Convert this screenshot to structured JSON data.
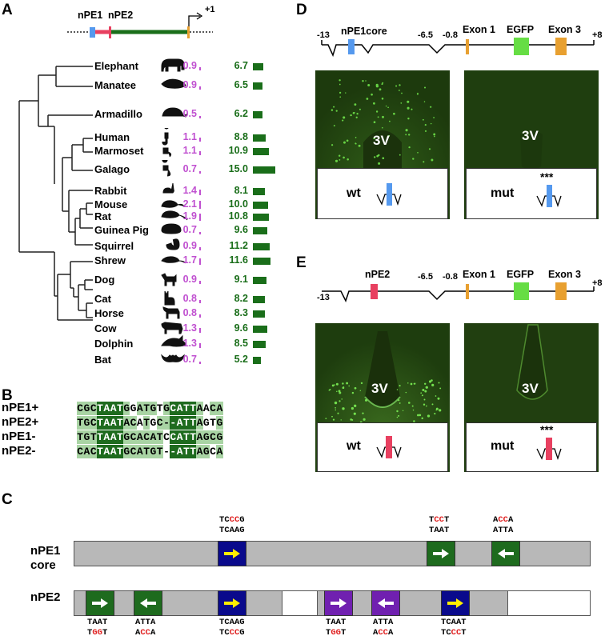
{
  "panels": {
    "A": "A",
    "B": "B",
    "C": "C",
    "D": "D",
    "E": "E"
  },
  "panelA": {
    "gene_labels": {
      "npe1": "nPE1",
      "npe2": "nPE2",
      "tss": "+1"
    },
    "species": [
      {
        "name": "Elephant",
        "v1": "0.9",
        "v2": "6.7",
        "icon": "elephant-icon"
      },
      {
        "name": "Manatee",
        "v1": "0.9",
        "v2": "6.5",
        "icon": "manatee-icon"
      },
      {
        "name": "Armadillo",
        "v1": "0.5",
        "v2": "6.2",
        "icon": "armadillo-icon"
      },
      {
        "name": "Human",
        "v1": "1.1",
        "v2": "8.8",
        "icon": "human-icon"
      },
      {
        "name": "Marmoset",
        "v1": "1.1",
        "v2": "10.9",
        "icon": "marmoset-icon"
      },
      {
        "name": "Galago",
        "v1": "0.7",
        "v2": "15.0",
        "icon": "galago-icon"
      },
      {
        "name": "Rabbit",
        "v1": "1.4",
        "v2": "8.1",
        "icon": "rabbit-icon"
      },
      {
        "name": "Mouse",
        "v1": "2.1",
        "v2": "10.0",
        "icon": "mouse-icon"
      },
      {
        "name": "Rat",
        "v1": "1.9",
        "v2": "10.8",
        "icon": "rat-icon"
      },
      {
        "name": "Guinea Pig",
        "v1": "0.7",
        "v2": "9.6",
        "icon": "guinea-pig-icon"
      },
      {
        "name": "Squirrel",
        "v1": "0.9",
        "v2": "11.2",
        "icon": "squirrel-icon"
      },
      {
        "name": "Shrew",
        "v1": "1.7",
        "v2": "11.6",
        "icon": "shrew-icon"
      },
      {
        "name": "Dog",
        "v1": "0.9",
        "v2": "9.1",
        "icon": "dog-icon"
      },
      {
        "name": "Cat",
        "v1": "0.8",
        "v2": "8.2",
        "icon": "cat-icon"
      },
      {
        "name": "Horse",
        "v1": "0.8",
        "v2": "8.3",
        "icon": "horse-icon"
      },
      {
        "name": "Cow",
        "v1": "1.3",
        "v2": "9.6",
        "icon": "cow-icon"
      },
      {
        "name": "Dolphin",
        "v1": "1.3",
        "v2": "8.5",
        "icon": "dolphin-icon"
      },
      {
        "name": "Bat",
        "v1": "0.7",
        "v2": "5.2",
        "icon": "bat-icon"
      }
    ],
    "colors": {
      "v1": "#c050d0",
      "v2": "#1a6e1a",
      "npe1": "#5599ee",
      "npe2": "#e84060",
      "gene": "#1a6e1a"
    }
  },
  "panelB": {
    "rows": [
      {
        "label": "nPE1+",
        "seq": "CGCTAATGGATGTGCATTAACA"
      },
      {
        "label": "nPE2+",
        "seq": "TGCTAATACATGC--ATTAGTG"
      },
      {
        "label": "nPE1-",
        "seq": "TGTTAATGCACATCCATTAGCG"
      },
      {
        "label": "nPE2-",
        "seq": "CACTAATGCATGT--ATTAGCA"
      }
    ]
  },
  "panelC": {
    "row_labels": {
      "npe1_line1": "nPE1",
      "npe1_line2": "core",
      "npe2": "nPE2"
    },
    "npe1_annotations": [
      {
        "top": "TCCCG",
        "bottom": "TCAAG",
        "red": [
          2,
          3
        ]
      },
      {
        "top": "TCCT",
        "bottom": "TAAT",
        "red": [
          1,
          2
        ]
      },
      {
        "top": "ACCA",
        "bottom": "ATTA",
        "red": [
          1,
          2
        ]
      }
    ],
    "npe2_annotations": [
      {
        "top": "TAAT",
        "bottom": "TGGT",
        "red": [
          1,
          2
        ]
      },
      {
        "top": "ATTA",
        "bottom": "ACCA",
        "red": [
          1,
          2
        ]
      },
      {
        "top": "TCAAG",
        "bottom": "TCCCG",
        "red": [
          2,
          3
        ]
      },
      {
        "top": "TAAT",
        "bottom": "TGGT",
        "red": [
          1,
          2
        ]
      },
      {
        "top": "ATTA",
        "bottom": "ACCA",
        "red": [
          1,
          2
        ]
      },
      {
        "top": "TCAAT",
        "bottom": "TCCCT",
        "red": [
          2,
          3
        ]
      }
    ],
    "colors": {
      "green": "#1e6b1e",
      "blue": "#0a0a8c",
      "purple": "#7020b0",
      "yellow": "#ffee00",
      "bar": "#b8b8b8"
    }
  },
  "panelD": {
    "scale": {
      "left": "-13",
      "mid1": "-6.5",
      "mid2": "-0.8",
      "right": "+8"
    },
    "labels": {
      "element": "nPE1core",
      "exon1": "Exon 1",
      "egfp": "EGFP",
      "exon3": "Exon 3"
    },
    "images": [
      {
        "label": "3V",
        "legend": "wt",
        "stars": ""
      },
      {
        "label": "3V",
        "legend": "mut",
        "stars": "***"
      }
    ]
  },
  "panelE": {
    "scale": {
      "left": "-13",
      "mid1": "-6.5",
      "mid2": "-0.8",
      "right": "+8"
    },
    "labels": {
      "element": "nPE2",
      "exon1": "Exon 1",
      "egfp": "EGFP",
      "exon3": "Exon 3"
    },
    "images": [
      {
        "label": "3V",
        "legend": "wt",
        "stars": ""
      },
      {
        "label": "3V",
        "legend": "mut",
        "stars": "***"
      }
    ]
  }
}
